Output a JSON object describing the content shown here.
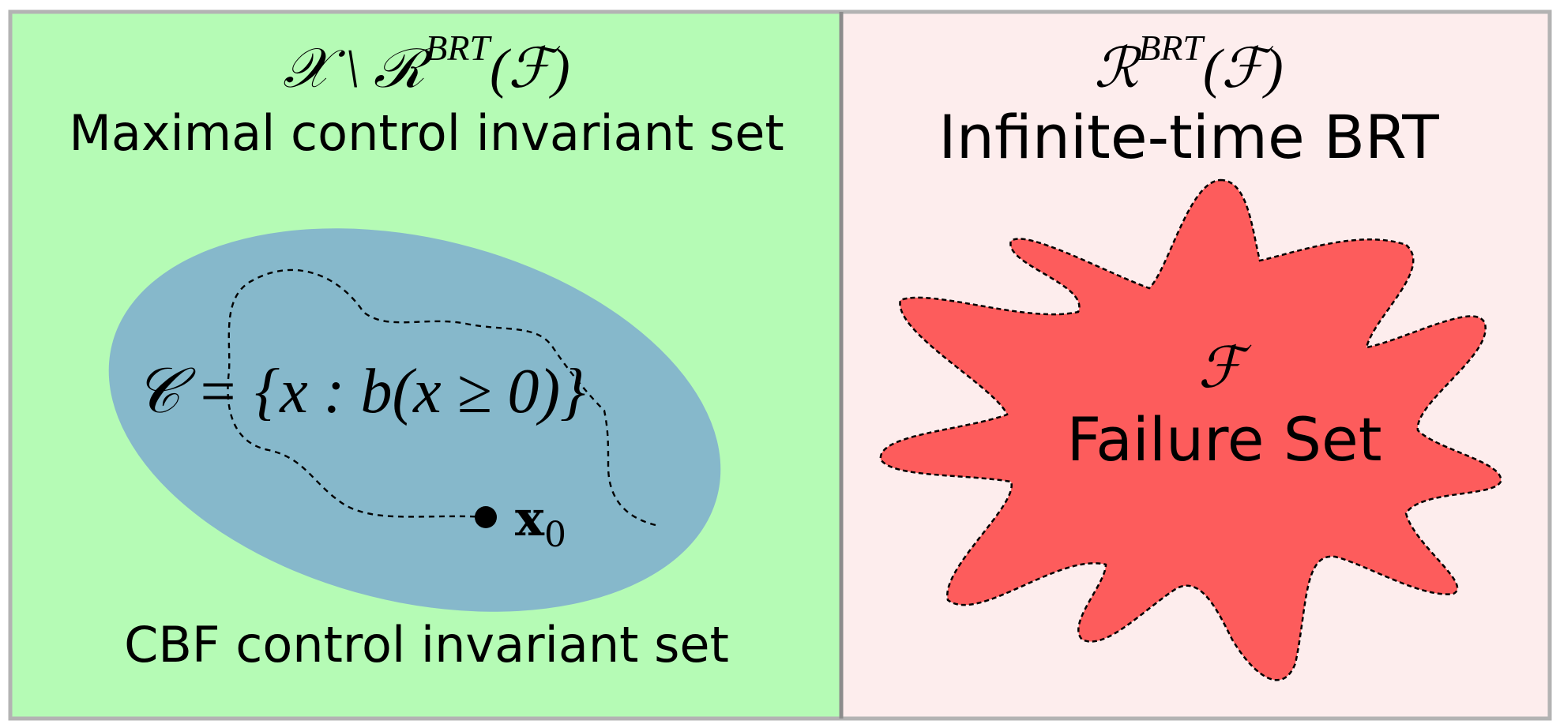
{
  "left_panel": {
    "math_title": "𝒳 \\ ℛ",
    "math_title_sup": "BRT",
    "math_title_arg": "(ℱ)",
    "title": "Maximal control invariant set",
    "cbf_label": "CBF control invariant set",
    "set_expression": "𝒞 = {x : b(x ≥ 0)}",
    "initial_state_label": "x",
    "initial_state_subscript": "0",
    "fill_color": "#b5fbb5",
    "ellipse_color": "#86b8cb"
  },
  "right_panel": {
    "math_title": "ℛ",
    "math_title_sup": "BRT",
    "math_title_arg": "(ℱ)",
    "title": "Infinite-time BRT",
    "failure_symbol": "ℱ",
    "failure_label": "Failure Set",
    "fill_color": "#fdeded",
    "failure_color": "#fd5c5c"
  },
  "border_color": "#b3b3b3"
}
